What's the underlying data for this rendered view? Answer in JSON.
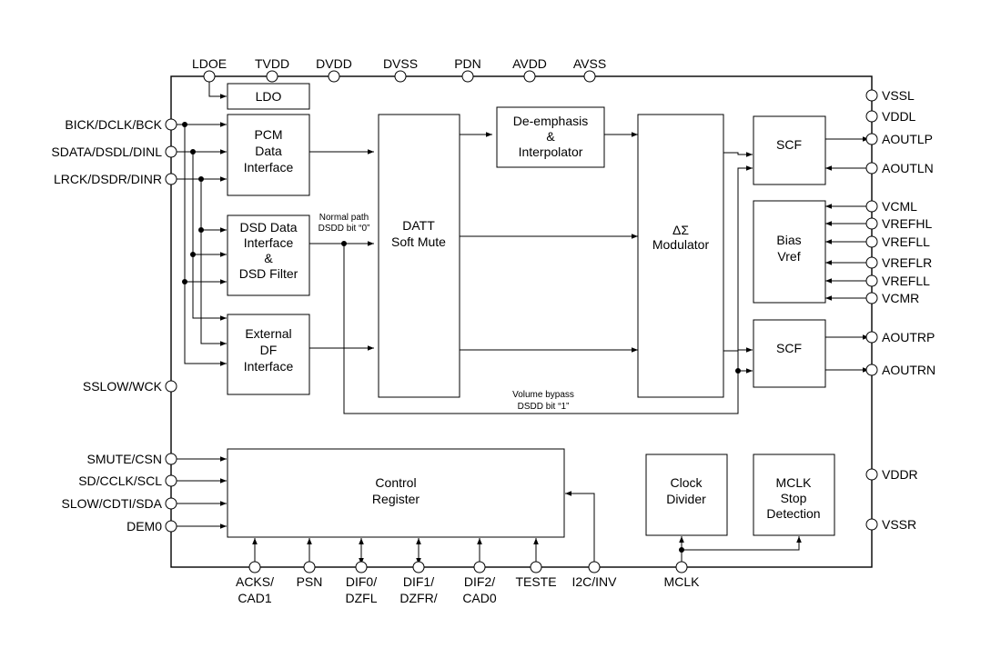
{
  "top_pins": [
    "LDOE",
    "TVDD",
    "DVDD",
    "DVSS",
    "PDN",
    "AVDD",
    "AVSS"
  ],
  "left_pins_top": [
    "BICK/DCLK/BCK",
    "SDATA/DSDL/DINL",
    "LRCK/DSDR/DINR"
  ],
  "left_pin_wck": "SSLOW/WCK",
  "left_pins_bottom": [
    "SMUTE/CSN",
    "SD/CCLK/SCL",
    "SLOW/CDTI/SDA",
    "DEM0"
  ],
  "right_pins": [
    "VSSL",
    "VDDL",
    "AOUTLP",
    "AOUTLN",
    "VCML",
    "VREFHL",
    "VREFLL",
    "VREFLR",
    "VREFLL",
    "VCMR",
    "AOUTRP",
    "AOUTRN",
    "VDDR",
    "VSSR"
  ],
  "bottom_pins": [
    {
      "line1": "ACKS/",
      "line2": "CAD1"
    },
    {
      "line1": "PSN",
      "line2": ""
    },
    {
      "line1": "DIF0/",
      "line2": "DZFL"
    },
    {
      "line1": "DIF1/",
      "line2": "DZFR/"
    },
    {
      "line1": "DIF2/",
      "line2": "CAD0"
    },
    {
      "line1": "TESTE",
      "line2": ""
    },
    {
      "line1": "I2C/INV",
      "line2": ""
    },
    {
      "line1": "MCLK",
      "line2": ""
    }
  ],
  "blocks": {
    "ldo": [
      "LDO"
    ],
    "pcm": [
      "PCM",
      "Data",
      "Interface"
    ],
    "dsd": [
      "DSD Data",
      "Interface",
      "&",
      "DSD Filter"
    ],
    "extdf": [
      "External",
      "DF",
      "Interface"
    ],
    "datt": [
      "DATT",
      "Soft Mute"
    ],
    "deemph": [
      "De-emphasis",
      "&",
      "Interpolator"
    ],
    "modulator": [
      "ΔΣ",
      "Modulator"
    ],
    "scf_l": [
      "SCF"
    ],
    "bias": [
      "Bias",
      "Vref"
    ],
    "scf_r": [
      "SCF"
    ],
    "control": [
      "Control",
      "Register"
    ],
    "clock": [
      "Clock",
      "Divider"
    ],
    "mclk_stop": [
      "MCLK",
      "Stop",
      "Detection"
    ]
  },
  "notes": {
    "normal_path": [
      "Normal path",
      "DSDD bit “0”"
    ],
    "volume_bypass": [
      "Volume bypass",
      "DSDD bit “1”"
    ]
  }
}
